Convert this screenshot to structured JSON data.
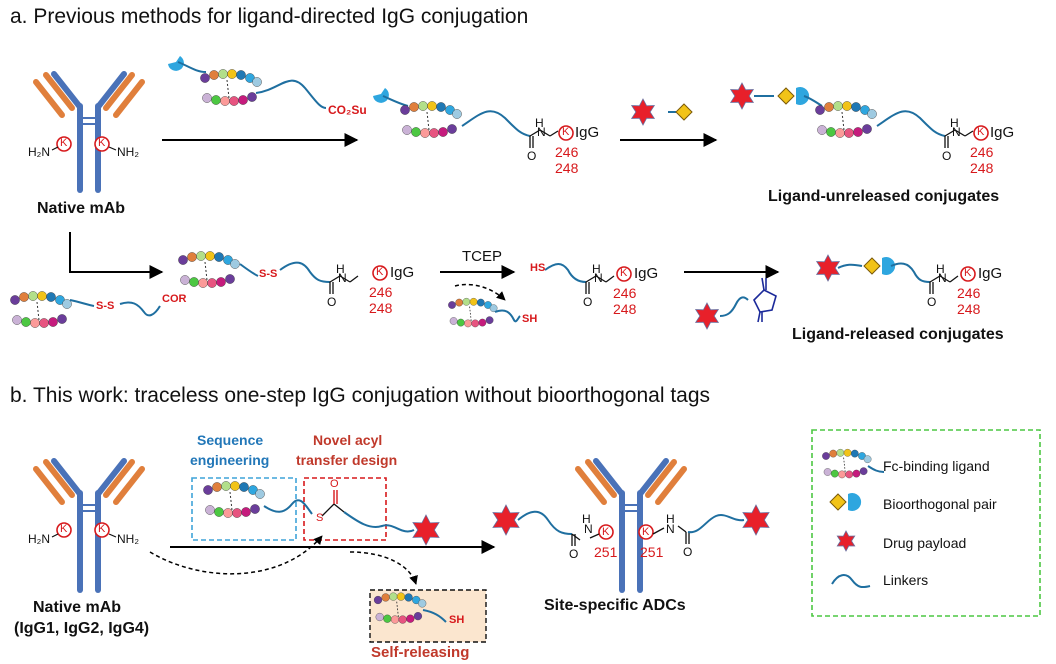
{
  "section_a": {
    "heading": "a. Previous methods for ligand-directed IgG conjugation",
    "native_mab": "Native mAb",
    "amine_left": "H₂N",
    "amine_right": "NH₂",
    "lysine": "K",
    "reagent_ester": "CO₂Su",
    "igg": "IgG",
    "nh": "H",
    "n": "N",
    "o": "O",
    "site_a": "246",
    "site_b": "248",
    "unreleased_label": "Ligand-unreleased conjugates",
    "disulfide": "S-S",
    "cor": "COR",
    "tcep": "TCEP",
    "hs": "HS",
    "sh": "SH",
    "released_label": "Ligand-released conjugates"
  },
  "section_b": {
    "heading": "b. This work: traceless one-step IgG conjugation without bioorthogonal tags",
    "sequence_engineering": [
      "Sequence",
      "engineering"
    ],
    "acyl_design": [
      "Novel acyl",
      "transfer design"
    ],
    "thioester_s": "S",
    "thioester_o": "O",
    "native_mab": "Native mAb",
    "isotypes": "(IgG1, IgG2, IgG4)",
    "self_releasing": "Self-releasing",
    "sh": "SH",
    "site": "251",
    "product_label": "Site-specific ADCs"
  },
  "legend": {
    "items": [
      {
        "label": "Fc-binding ligand",
        "icon": "fc-binding-ligand-icon"
      },
      {
        "label": "Bioorthogonal pair",
        "icon": "bioorthogonal-pair-icon"
      },
      {
        "label": "Drug payload",
        "icon": "drug-payload-icon"
      },
      {
        "label": "Linkers",
        "icon": "linker-icon"
      }
    ]
  },
  "colors": {
    "antibody_blue": "#4a72b8",
    "antibody_orange": "#e07f3c",
    "lysine_red": "#d7191c",
    "linker_teal": "#1f6fa0",
    "payload_red": "#e8202a",
    "diamond_yellow": "#f2c318",
    "circle_blue": "#2ea6df",
    "maleimide_navy": "#1c2a9a",
    "seq_box": "#3fa3d8",
    "acyl_box": "#d7191c",
    "legend_box": "#4cc742",
    "self_release_fill": "#fbe6cf",
    "sequence_title": "#2277b8",
    "acyl_title": "#c0392b",
    "self_release_title": "#c0392b"
  }
}
